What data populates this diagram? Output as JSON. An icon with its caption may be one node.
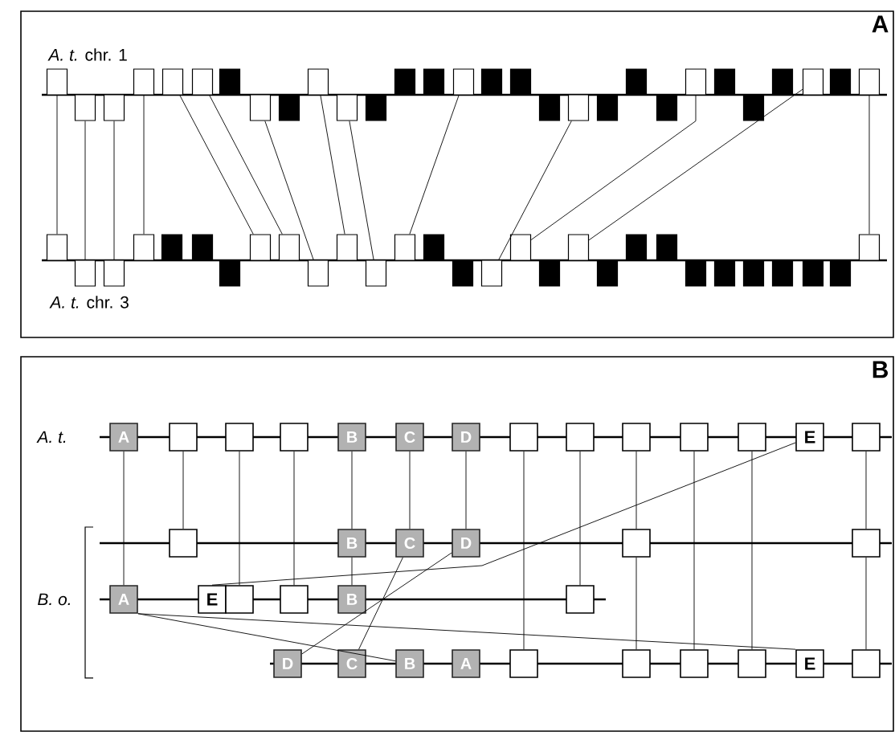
{
  "diagram": {
    "nodes": [
      {
        "text": [
          "A"
        ]
      },
      {
        "text": [],
        "shape": "box",
        "in": 0
      },
      {
        "text": [],
        "shape": "box",
        "in": 0
      },
      {
        "text": [],
        "shape": "box",
        "in": 0
      },
      {
        "text": [],
        "shape": "box",
        "in": 0
      },
      {
        "text": [],
        "shape": "box",
        "in": 0
      },
      {
        "text": [],
        "shape": "box",
        "in": 0
      },
      {
        "text": [],
        "shape": "box",
        "in": 0
      },
      {
        "text": [],
        "shape": "box",
        "in": 0
      },
      {
        "text": [],
        "shape": "box",
        "in": 0
      },
      {
        "text": [],
        "shape": "box",
        "in": 0
      },
      {
        "text": [],
        "shape": "box",
        "in": 0
      },
      {
        "text": [],
        "shape": "box",
        "in": 0
      },
      {
        "text": [],
        "shape": "box",
        "in": 0
      },
      {
        "text": [],
        "shape": "box",
        "in": 0
      },
      {
        "text": [],
        "shape": "box",
        "in": 0
      },
      {
        "text": [],
        "shape": "box",
        "in": 0
      },
      {
        "text": [],
        "shape": "box",
        "in": 0
      },
      {
        "text": [],
        "shape": "box",
        "in": 0
      },
      {
        "text": [],
        "shape": "box",
        "in": 0
      },
      {
        "text": [],
        "shape": "box",
        "in": 0
      },
      {
        "text": [],
        "shape": "box",
        "in": 0
      },
      {
        "text": [],
        "shape": "box",
        "in": 0
      },
      {
        "text": [],
        "shape": "box",
        "in": 0
      },
      {
        "text": [],
        "shape": "box",
        "in": 0
      },
      {
        "text": [],
        "shape": "box",
        "in": 0
      },
      {
        "text": [],
        "shape": "box",
        "in": 0
      },
      {
        "text": [],
        "shape": "box",
        "in": 0
      },
      {
        "text": [],
        "shape": "box",
        "in": 0
      },
      {
        "text": [],
        "shape": "box",
        "in": 0
      },
      {
        "text": [],
        "shape": "box",
        "in": 0
      },
      {
        "text": [],
        "shape": "box",
        "in": 0
      },
      {
        "text": [],
        "shape": "box",
        "in": 0
      },
      {
        "text": [],
        "shape": "box",
        "in": 0
      },
      {
        "text": [],
        "shape": "box",
        "in": 0
      },
      {
        "text": [],
        "shape": "box",
        "in": 0
      },
      {
        "text": [],
        "shape": "box",
        "in": 0
      },
      {
        "text": [],
        "shape": "box",
        "in": 0
      },
      {
        "text": [],
        "shape": "box",
        "in": 0
      },
      {
        "text": [],
        "shape": "box",
        "in": 0
      },
      {
        "text": [],
        "shape": "box",
        "in": 0
      },
      {
        "text": [],
        "shape": "box",
        "in": 0
      },
      {
        "text": [],
        "shape": "box",
        "in": 0
      },
      {
        "text": [],
        "shape": "box",
        "in": 0
      },
      {
        "text": [],
        "shape": "box",
        "in": 0
      },
      {
        "text": [],
        "shape": "box",
        "in": 0
      },
      {
        "text": [],
        "shape": "box",
        "in": 0
      },
      {
        "text": [],
        "shape": "box",
        "in": 0
      },
      {
        "text": [],
        "shape": "box",
        "in": 0
      },
      {
        "text": [],
        "shape": "box",
        "in": 0
      },
      {
        "text": [],
        "shape": "box",
        "in": 0
      },
      {
        "text": [],
        "shape": "box",
        "in": 0
      },
      {
        "text": [],
        "shape": "box",
        "in": 0
      },
      {
        "text": [],
        "shape": "box",
        "in": 0
      },
      {
        "text": [],
        "shape": "box",
        "in": 0
      },
      {
        "text": [],
        "shape": "box",
        "in": 0
      },
      {
        "text": [],
        "shape": "box",
        "in": 0
      },
      {
        "text": [],
        "shape": "box",
        "in": 0
      },
      {
        "text": [],
        "shape": "box",
        "in": 0
      },
      {
        "text": [
          "B"
        ]
      },
      {
        "text": [
          "A"
        ],
        "in": 59
      },
      {
        "text": [],
        "shape": "box",
        "in": 59
      },
      {
        "text": [],
        "shape": "box",
        "in": 59
      },
      {
        "text": [],
        "shape": "box",
        "in": 59
      },
      {
        "text": [
          "B"
        ],
        "in": 59
      },
      {
        "text": [
          "C"
        ],
        "in": 59
      },
      {
        "text": [
          "D"
        ],
        "in": 59
      },
      {
        "text": [],
        "shape": "box",
        "in": 59
      },
      {
        "text": [],
        "shape": "box",
        "in": 59
      },
      {
        "text": [],
        "shape": "box",
        "in": 59
      },
      {
        "text": [],
        "shape": "box",
        "in": 59
      },
      {
        "text": [],
        "shape": "box",
        "in": 59
      },
      {
        "text": [
          "E"
        ],
        "in": 59
      },
      {
        "text": [],
        "shape": "box",
        "in": 59
      },
      {
        "text": [],
        "shape": "box",
        "in": 59
      },
      {
        "text": [
          "B"
        ],
        "in": 59
      },
      {
        "text": [
          "C"
        ],
        "in": 59
      },
      {
        "text": [
          "D"
        ],
        "in": 59
      },
      {
        "text": [],
        "shape": "box",
        "in": 59
      },
      {
        "text": [],
        "shape": "box",
        "in": 59
      },
      {
        "text": [
          "A"
        ],
        "in": 59
      },
      {
        "text": [
          "E"
        ],
        "in": 59
      },
      {
        "text": [],
        "shape": "box",
        "in": 59
      },
      {
        "text": [],
        "shape": "box",
        "in": 59
      },
      {
        "text": [
          "B"
        ],
        "in": 59
      },
      {
        "text": [],
        "shape": "box",
        "in": 59
      },
      {
        "text": [
          "D"
        ],
        "in": 59
      },
      {
        "text": [
          "C"
        ],
        "in": 59
      },
      {
        "text": [
          "B"
        ],
        "in": 59
      },
      {
        "text": [
          "A"
        ],
        "in": 59
      },
      {
        "text": [],
        "shape": "box",
        "in": 59
      },
      {
        "text": [],
        "shape": "box",
        "in": 59
      },
      {
        "text": [],
        "shape": "box",
        "in": 59
      },
      {
        "text": [],
        "shape": "box",
        "in": 59
      },
      {
        "text": [
          "E"
        ],
        "in": 59
      },
      {
        "text": [],
        "shape": "box",
        "in": 59
      },
      {
        "text": [],
        "shape": "bar",
        "in": 0
      },
      {
        "text": [],
        "shape": "bar",
        "in": 0
      },
      {
        "text": [],
        "shape": "bar",
        "in": 59
      },
      {
        "text": [],
        "shape": "bar",
        "in": 59
      },
      {
        "text": [],
        "shape": "bar",
        "in": 59
      },
      {
        "text": [],
        "shape": "bar",
        "in": 59
      }
    ],
    "edges": [
      {
        "from": 1,
        "to": 30,
        "arrow": "none"
      },
      {
        "from": 2,
        "to": 31,
        "arrow": "none"
      },
      {
        "from": 3,
        "to": 32,
        "arrow": "none"
      },
      {
        "from": 4,
        "to": 33,
        "arrow": "none"
      },
      {
        "from": 5,
        "to": 37,
        "arrow": "none"
      },
      {
        "from": 6,
        "to": 38,
        "arrow": "none"
      },
      {
        "from": 8,
        "to": 39,
        "arrow": "none"
      },
      {
        "from": 10,
        "to": 40,
        "arrow": "none"
      },
      {
        "from": 11,
        "to": 41,
        "arrow": "none"
      },
      {
        "from": 15,
        "to": 42,
        "arrow": "none"
      },
      {
        "from": 19,
        "to": 45,
        "arrow": "none"
      },
      {
        "from": 23,
        "to": 46,
        "arrow": "none"
      },
      {
        "from": 27,
        "to": 48,
        "arrow": "none"
      },
      {
        "from": 29,
        "to": 58,
        "arrow": "none"
      },
      {
        "from": 60,
        "to": 80,
        "arrow": "none"
      },
      {
        "from": 61,
        "to": 74,
        "arrow": "none"
      },
      {
        "from": 62,
        "to": 82,
        "arrow": "none"
      },
      {
        "from": 63,
        "to": 83,
        "arrow": "none"
      },
      {
        "from": 64,
        "to": 75,
        "arrow": "none"
      },
      {
        "from": 75,
        "to": 84,
        "arrow": "none"
      },
      {
        "from": 65,
        "to": 76,
        "arrow": "none"
      },
      {
        "from": 66,
        "to": 77,
        "arrow": "none"
      },
      {
        "from": 67,
        "to": 90,
        "arrow": "none"
      },
      {
        "from": 68,
        "to": 85,
        "arrow": "none"
      },
      {
        "from": 69,
        "to": 78,
        "arrow": "none"
      },
      {
        "from": 78,
        "to": 91,
        "arrow": "none"
      },
      {
        "from": 70,
        "to": 92,
        "arrow": "none"
      },
      {
        "from": 71,
        "to": 93,
        "arrow": "none"
      },
      {
        "from": 73,
        "to": 79,
        "arrow": "none"
      },
      {
        "from": 79,
        "to": 95,
        "arrow": "none"
      },
      {
        "from": 72,
        "to": 81,
        "arrow": "none"
      },
      {
        "from": 80,
        "to": 94,
        "arrow": "none"
      },
      {
        "from": 80,
        "to": 88,
        "arrow": "none"
      },
      {
        "from": 76,
        "to": 87,
        "arrow": "none"
      },
      {
        "from": 77,
        "to": 86,
        "arrow": "none"
      }
    ],
    "labels": [
      "*A. t.* chr. 1",
      "*A. t.* chr. 3",
      "A. t.",
      "B. o."
    ]
  }
}
